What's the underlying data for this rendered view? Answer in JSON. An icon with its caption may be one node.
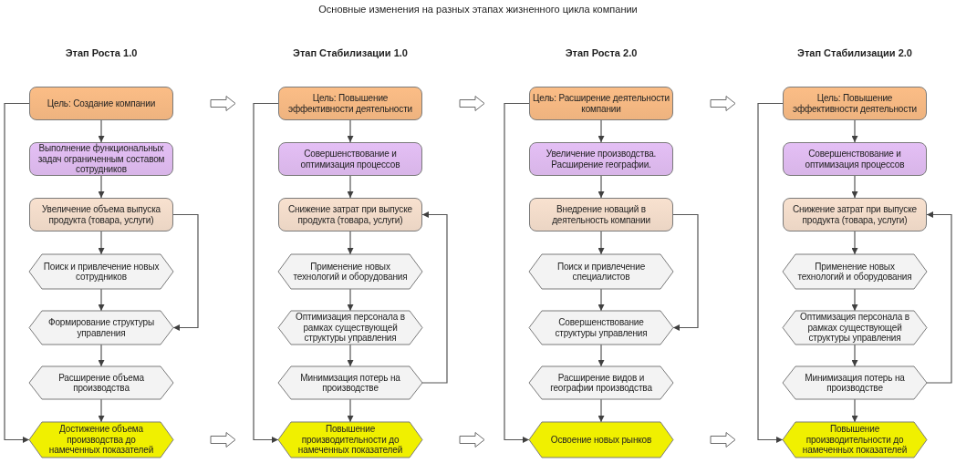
{
  "diagram": {
    "title": "Основные изменения на разных этапах жизненного цикла компании",
    "nodes": [
      {
        "text": [
          "Цель: Создание компании"
        ]
      },
      {
        "text": [
          "Выполнение функциональных задач ограниченным составом сотрудников"
        ]
      },
      {
        "text": [
          "Увеличение объема выпуска продукта (товара, услуги)"
        ]
      },
      {
        "text": [
          "Поиск и привлечение новых сотрудников"
        ]
      },
      {
        "text": [
          "Формирование структуры управления"
        ]
      },
      {
        "text": [
          "Расширение объема производства"
        ]
      },
      {
        "text": [
          "Достижение объема производства до намеченных показателей"
        ]
      },
      {
        "text": [
          "Цель: Повышение эффективности деятельности"
        ]
      },
      {
        "text": [
          "Совершенствование и оптимизация процессов"
        ]
      },
      {
        "text": [
          "Снижение затрат при выпуске продукта (товара, услуги)"
        ]
      },
      {
        "text": [
          "Применение новых технологий и оборудования"
        ]
      },
      {
        "text": [
          "Оптимизация персонала в рамках существующей структуры управления"
        ]
      },
      {
        "text": [
          "Минимизация потерь на производстве"
        ]
      },
      {
        "text": [
          "Повышение производительности до намеченных показателей"
        ]
      },
      {
        "text": [
          "Цель: Расширение деятельности компании"
        ]
      },
      {
        "text": [
          "Увеличение производства. Расширение географии."
        ]
      },
      {
        "text": [
          "Внедрение новаций в деятельность компании"
        ]
      },
      {
        "text": [
          "Поиск и привлечение специалистов"
        ]
      },
      {
        "text": [
          "Совершенствование структуры управления"
        ]
      },
      {
        "text": [
          "Расширение видов и географии производства"
        ]
      },
      {
        "text": [
          "Освоение новых рынков"
        ]
      },
      {
        "text": [
          "Цель: Повышение эффективности деятельности"
        ]
      },
      {
        "text": [
          "Совершенствование и оптимизация процессов"
        ]
      },
      {
        "text": [
          "Снижение затрат при выпуске продукта (товара, услуги)"
        ]
      },
      {
        "text": [
          "Применение новых технологий и оборудования"
        ]
      },
      {
        "text": [
          "Оптимизация персонала в рамках существующей структуры управления"
        ]
      },
      {
        "text": [
          "Минимизация потерь на производстве"
        ]
      },
      {
        "text": [
          "Повышение производительности до намеченных показателей"
        ]
      }
    ],
    "edges": [
      {
        "from": 0,
        "to": 1,
        "arrow": "to"
      },
      {
        "from": 1,
        "to": 2,
        "arrow": "to"
      },
      {
        "from": 2,
        "to": 3,
        "arrow": "to"
      },
      {
        "from": 3,
        "to": 4,
        "arrow": "to"
      },
      {
        "from": 4,
        "to": 5,
        "arrow": "to"
      },
      {
        "from": 5,
        "to": 6,
        "arrow": "to"
      },
      {
        "from": 0,
        "to": 6,
        "arrow": "to"
      },
      {
        "from": 2,
        "to": 4,
        "arrow": "to"
      },
      {
        "from": 7,
        "to": 8,
        "arrow": "to"
      },
      {
        "from": 8,
        "to": 9,
        "arrow": "to"
      },
      {
        "from": 9,
        "to": 10,
        "arrow": "to"
      },
      {
        "from": 10,
        "to": 11,
        "arrow": "to"
      },
      {
        "from": 11,
        "to": 12,
        "arrow": "to"
      },
      {
        "from": 12,
        "to": 13,
        "arrow": "to"
      },
      {
        "from": 7,
        "to": 13,
        "arrow": "to"
      },
      {
        "from": 12,
        "to": 9,
        "arrow": "to"
      },
      {
        "from": 14,
        "to": 15,
        "arrow": "to"
      },
      {
        "from": 15,
        "to": 16,
        "arrow": "to"
      },
      {
        "from": 16,
        "to": 17,
        "arrow": "to"
      },
      {
        "from": 17,
        "to": 18,
        "arrow": "to"
      },
      {
        "from": 18,
        "to": 19,
        "arrow": "to"
      },
      {
        "from": 19,
        "to": 20,
        "arrow": "to"
      },
      {
        "from": 14,
        "to": 20,
        "arrow": "to"
      },
      {
        "from": 16,
        "to": 18,
        "arrow": "to"
      },
      {
        "from": 21,
        "to": 22,
        "arrow": "to"
      },
      {
        "from": 22,
        "to": 23,
        "arrow": "to"
      },
      {
        "from": 23,
        "to": 24,
        "arrow": "to"
      },
      {
        "from": 24,
        "to": 25,
        "arrow": "to"
      },
      {
        "from": 25,
        "to": 26,
        "arrow": "to"
      },
      {
        "from": 26,
        "to": 27,
        "arrow": "to"
      },
      {
        "from": 21,
        "to": 27,
        "arrow": "to"
      },
      {
        "from": 26,
        "to": 23,
        "arrow": "to"
      }
    ],
    "labels": [
      "Этап Роста 1.0",
      "Этап Стабилизации 1.0",
      "Этап Роста 2.0",
      "Этап Стабилизации 2.0"
    ]
  }
}
